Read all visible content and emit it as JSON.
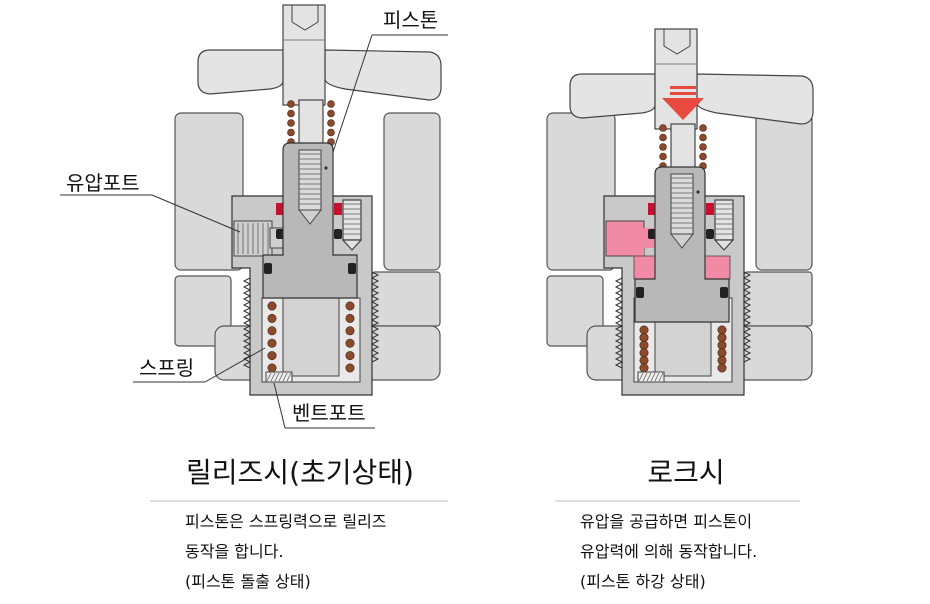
{
  "callouts": {
    "piston": "피스톤",
    "hydraulic_port": "유압포트",
    "spring": "스프링",
    "vent_port": "벤트포트"
  },
  "release": {
    "title": "릴리즈시(초기상태)",
    "lines": [
      "피스톤은 스프링력으로 릴리즈",
      "동작을 합니다.",
      "(피스톤 돌출 상태)"
    ]
  },
  "lock": {
    "title": "로크시",
    "lines": [
      "유압을 공급하면 피스톤이",
      "유압력에 의해 동작합니다.",
      "(피스톤 하강 상태)"
    ]
  },
  "colors": {
    "hydraulic_oil": "#f08aa5",
    "seal": "#c8102e",
    "spring": "#8b4a2c",
    "o_ring": "#222222",
    "arrow": "#e84a3f"
  }
}
